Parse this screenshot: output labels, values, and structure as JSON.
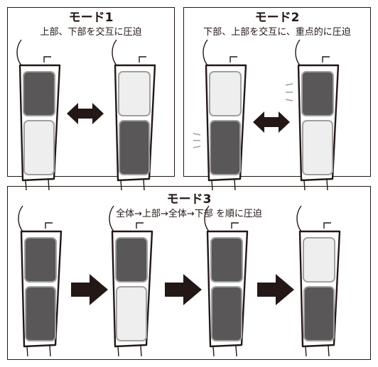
{
  "mode1": {
    "title": "モード1",
    "description": "上部、下部を交互に圧迫"
  },
  "mode2": {
    "title": "モード2",
    "description": "下部、上部を交互に、重点的に圧迫"
  },
  "mode3": {
    "title": "モード3",
    "description": "全体→上部→全体→下部 を順に圧迫"
  },
  "colors": {
    "pressed": "#595757",
    "released": "#eeeeee",
    "outline": "#231815",
    "pad_border": "#9fa0a0",
    "arrow": "#231815"
  },
  "icons": [
    "leg-cuff-icon",
    "double-arrow-icon",
    "right-arrow-icon",
    "vibration-lines-icon"
  ]
}
